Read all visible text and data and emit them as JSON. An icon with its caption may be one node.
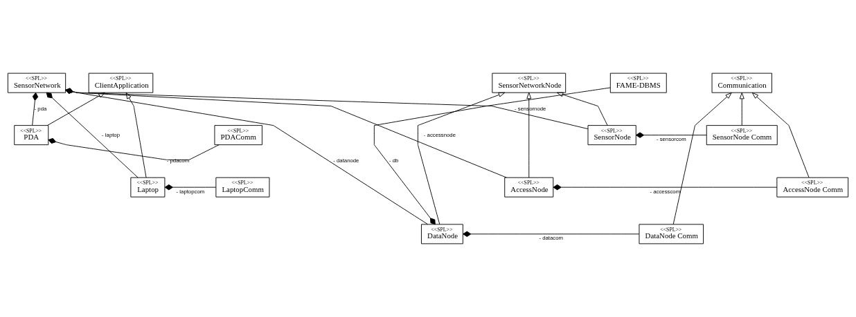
{
  "diagram": {
    "nodes": [
      {
        "text": [
          "<<SPL>>",
          "FAME-DBMS"
        ]
      },
      {
        "text": [
          "<<SPL>>",
          "SensorNetworkNode"
        ]
      },
      {
        "text": [
          "<<SPL>>",
          "Communication"
        ]
      },
      {
        "text": [
          "<<SPL>>",
          "ClientApplication"
        ]
      },
      {
        "text": [
          "<<SPL>>",
          "SensorNetwork"
        ]
      },
      {
        "text": [
          "<<SPL>>",
          "SensorNode"
        ]
      },
      {
        "text": [
          "<<SPL>>",
          "SensorNode Comm"
        ]
      },
      {
        "text": [
          "<<SPL>>",
          "PDAComm"
        ]
      },
      {
        "text": [
          "<<SPL>>",
          "PDA"
        ]
      },
      {
        "text": [
          "<<SPL>>",
          "AccessNode"
        ]
      },
      {
        "text": [
          "<<SPL>>",
          "AccessNode Comm"
        ]
      },
      {
        "text": [
          "<<SPL>>",
          "LaptopComm"
        ]
      },
      {
        "text": [
          "<<SPL>>",
          "Laptop"
        ]
      },
      {
        "text": [
          "<<SPL>>",
          "DataNode"
        ]
      },
      {
        "text": [
          "<<SPL>>",
          "DataNode Comm"
        ]
      }
    ],
    "edges": [
      {
        "from": 5,
        "to": 1,
        "arrow": "to"
      },
      {
        "from": 9,
        "to": 1,
        "arrow": "to"
      },
      {
        "from": 13,
        "to": 1,
        "arrow": "to"
      },
      {
        "from": 6,
        "to": 2,
        "arrow": "to"
      },
      {
        "from": 10,
        "to": 2,
        "arrow": "to"
      },
      {
        "from": 14,
        "to": 2,
        "arrow": "to"
      },
      {
        "from": 8,
        "to": 3,
        "arrow": "to"
      },
      {
        "from": 12,
        "to": 3,
        "arrow": "to"
      },
      {
        "from": 4,
        "to": 9,
        "arrow": "other",
        "label": "- accessnode"
      },
      {
        "from": 4,
        "to": 5,
        "arrow": "other",
        "label": "- sensornode"
      },
      {
        "from": 5,
        "to": 6,
        "arrow": "other",
        "label": "- sensorcom"
      },
      {
        "from": 8,
        "to": 7,
        "arrow": "other",
        "label": "- pdacom"
      },
      {
        "from": 4,
        "to": 8,
        "arrow": "other",
        "label": "- pda"
      },
      {
        "from": 9,
        "to": 10,
        "arrow": "other",
        "label": "- accesscom"
      },
      {
        "from": 12,
        "to": 11,
        "arrow": "other",
        "label": "- laptopcom"
      },
      {
        "from": 4,
        "to": 12,
        "arrow": "other",
        "label": "- laptop"
      },
      {
        "from": 13,
        "to": 0,
        "arrow": "other",
        "label": "- db"
      },
      {
        "from": 13,
        "to": 14,
        "arrow": "other",
        "label": "- datacom"
      },
      {
        "from": 4,
        "to": 13,
        "arrow": "other",
        "label": "- datanode"
      }
    ]
  }
}
